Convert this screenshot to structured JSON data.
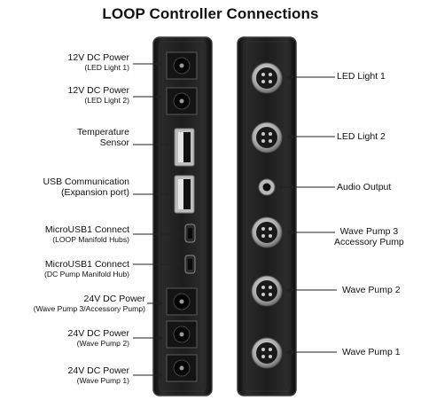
{
  "title": "LOOP Controller Connections",
  "left_ports": [
    {
      "name": "12V DC Power",
      "detail": "(LED Light 1)",
      "icon": "dc-power-jack"
    },
    {
      "name": "12V DC Power",
      "detail": "(LED Light 2)",
      "icon": "dc-power-jack"
    },
    {
      "name": "Temperature",
      "detail": "Sensor",
      "icon": "usb-a-port"
    },
    {
      "name": "USB Communication",
      "detail": "(Expansion port)",
      "icon": "usb-a-port"
    },
    {
      "name": "MicroUSB1 Connect",
      "detail": "(LOOP Manifold Hubs)",
      "icon": "micro-usb-port"
    },
    {
      "name": "MicroUSB1 Connect",
      "detail": "(DC Pump Manifold Hub)",
      "icon": "micro-usb-port"
    },
    {
      "name": "24V DC Power",
      "detail": "(Wave Pump 3/Accessory Pump)",
      "icon": "dc-power-jack"
    },
    {
      "name": "24V DC Power",
      "detail": "(Wave Pump 2)",
      "icon": "dc-power-jack"
    },
    {
      "name": "24V DC Power",
      "detail": "(Wave Pump 1)",
      "icon": "dc-power-jack"
    }
  ],
  "right_ports": [
    {
      "name": "LED Light 1",
      "icon": "xlr-connector"
    },
    {
      "name": "LED Light 2",
      "icon": "xlr-connector"
    },
    {
      "name": "Audio Output",
      "icon": "audio-jack"
    },
    {
      "name": "Wave Pump 3\nAccessory Pump",
      "line1": "Wave Pump 3",
      "line2": "Accessory Pump",
      "icon": "xlr-connector"
    },
    {
      "name": "Wave Pump 2",
      "icon": "xlr-connector"
    },
    {
      "name": "Wave Pump 1",
      "icon": "xlr-connector"
    }
  ],
  "colors": {
    "device_body": "#1b1b1b",
    "device_edge": "#3a3a3a",
    "port_metal": "#c9c9c9",
    "arrow": "#222222"
  }
}
